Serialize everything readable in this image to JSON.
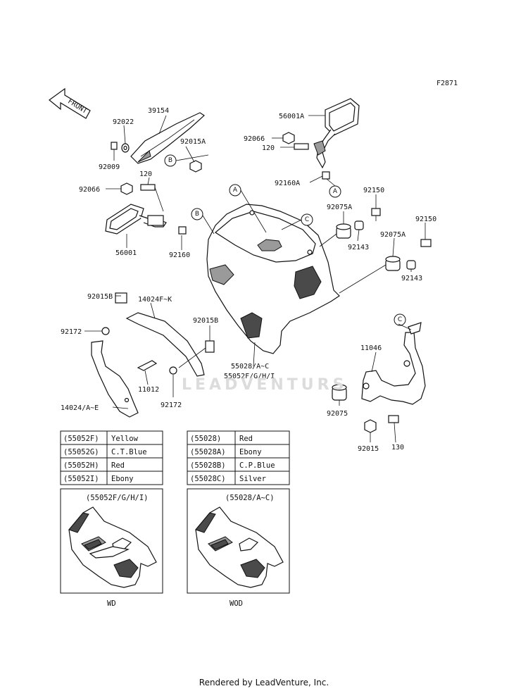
{
  "figure_code": "F2871",
  "direction_label": "FRONT",
  "watermark": "LEADVENTURS",
  "footer": "Rendered by LeadVenture, Inc.",
  "labels": [
    {
      "id": "l1",
      "text": "39154"
    },
    {
      "id": "l2",
      "text": "92022"
    },
    {
      "id": "l3",
      "text": "92015A"
    },
    {
      "id": "l4",
      "text": "92009"
    },
    {
      "id": "l5",
      "text": "120"
    },
    {
      "id": "l6",
      "text": "92066"
    },
    {
      "id": "l7",
      "text": "56001"
    },
    {
      "id": "l8",
      "text": "92160"
    },
    {
      "id": "l9",
      "text": "56001A"
    },
    {
      "id": "l10",
      "text": "92066"
    },
    {
      "id": "l11",
      "text": "120"
    },
    {
      "id": "l12",
      "text": "92160A"
    },
    {
      "id": "l13",
      "text": "92150"
    },
    {
      "id": "l14",
      "text": "92075A"
    },
    {
      "id": "l15",
      "text": "92143"
    },
    {
      "id": "l16",
      "text": "92150"
    },
    {
      "id": "l17",
      "text": "92075A"
    },
    {
      "id": "l18",
      "text": "92143"
    },
    {
      "id": "l19",
      "text": "92015B"
    },
    {
      "id": "l20",
      "text": "14024F~K"
    },
    {
      "id": "l21",
      "text": "92172"
    },
    {
      "id": "l22",
      "text": "92015B"
    },
    {
      "id": "l23",
      "text": "55028/A~C"
    },
    {
      "id": "l24",
      "text": "55052F/G/H/I"
    },
    {
      "id": "l25",
      "text": "11012"
    },
    {
      "id": "l26",
      "text": "92172"
    },
    {
      "id": "l27",
      "text": "14024/A~E"
    },
    {
      "id": "l28",
      "text": "11046"
    },
    {
      "id": "l29",
      "text": "92075"
    },
    {
      "id": "l30",
      "text": "92015"
    },
    {
      "id": "l31",
      "text": "130"
    }
  ],
  "refs": [
    {
      "id": "r1",
      "text": "B"
    },
    {
      "id": "r2",
      "text": "A"
    },
    {
      "id": "r3",
      "text": "B"
    },
    {
      "id": "r4",
      "text": "C"
    },
    {
      "id": "r5",
      "text": "A"
    },
    {
      "id": "r6",
      "text": "C"
    }
  ],
  "color_tables": [
    {
      "rows": [
        [
          "(55052F)",
          "Yellow"
        ],
        [
          "(55052G)",
          "C.T.Blue"
        ],
        [
          "(55052H)",
          "Red"
        ],
        [
          "(55052I)",
          "Ebony"
        ]
      ]
    },
    {
      "rows": [
        [
          "(55028)",
          "Red"
        ],
        [
          "(55028A)",
          "Ebony"
        ],
        [
          "(55028B)",
          "C.P.Blue"
        ],
        [
          "(55028C)",
          "Silver"
        ]
      ]
    }
  ],
  "insets": [
    {
      "title": "(55052F/G/H/I)",
      "caption": "WD"
    },
    {
      "title": "(55028/A~C)",
      "caption": "WOD"
    }
  ]
}
